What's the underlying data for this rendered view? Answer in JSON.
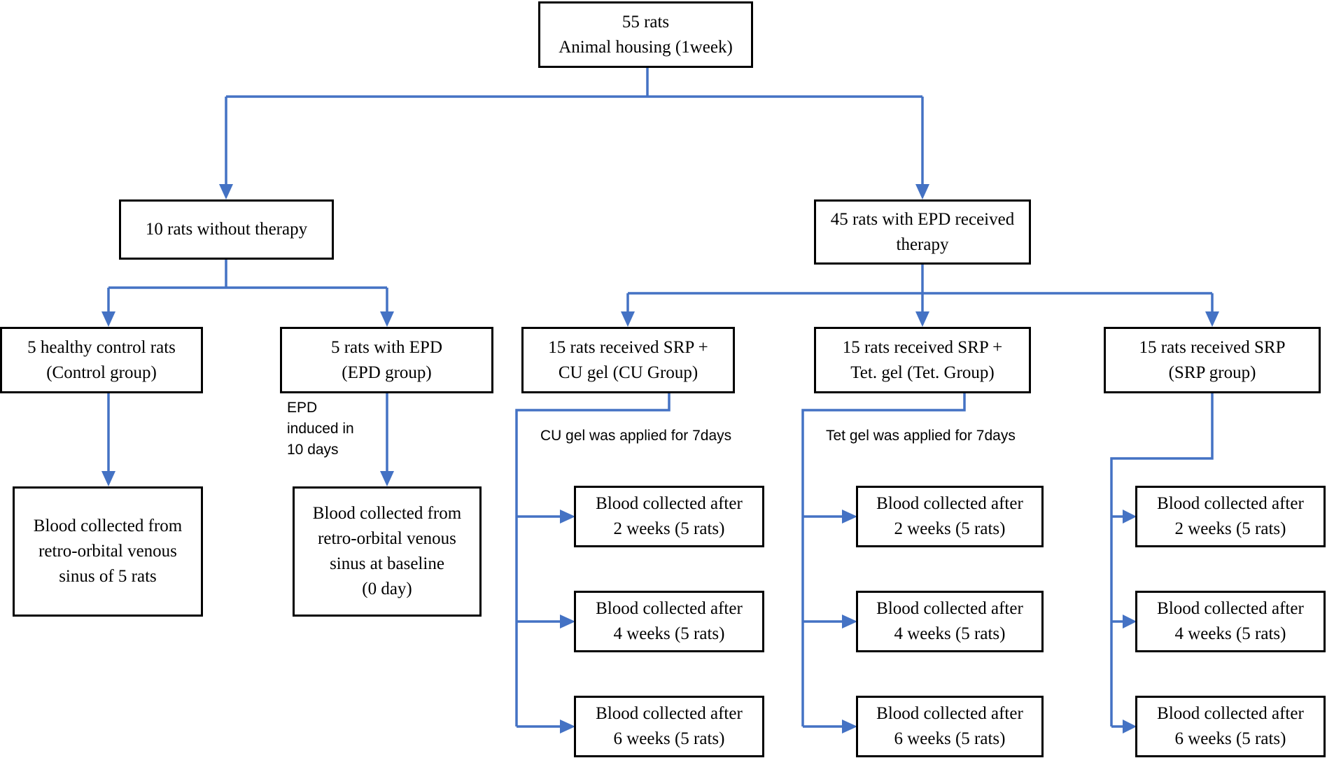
{
  "boxes": {
    "root": [
      "55 rats",
      "Animal housing (1week)"
    ],
    "no_therapy": [
      "10 rats without therapy"
    ],
    "therapy": [
      "45 rats with EPD received",
      "therapy"
    ],
    "control": [
      "5  healthy control rats",
      "(Control group)"
    ],
    "epd": [
      "5 rats with EPD",
      "(EPD group)"
    ],
    "cu": [
      "15 rats received SRP +",
      "CU gel (CU Group)"
    ],
    "tet": [
      "15 rats received SRP +",
      "Tet. gel (Tet. Group)"
    ],
    "srp": [
      "15 rats received SRP",
      "(SRP group)"
    ],
    "control_blood": [
      "Blood collected from",
      "retro-orbital venous",
      "sinus of 5 rats"
    ],
    "epd_blood": [
      "Blood collected from",
      "retro-orbital venous",
      "sinus at baseline",
      "(0 day)"
    ],
    "cu_w2": [
      "Blood collected after",
      "2 weeks (5 rats)"
    ],
    "cu_w4": [
      "Blood collected after",
      "4 weeks (5 rats)"
    ],
    "cu_w6": [
      "Blood collected after",
      "6 weeks (5 rats)"
    ],
    "tet_w2": [
      "Blood collected after",
      "2 weeks (5 rats)"
    ],
    "tet_w4": [
      "Blood collected after",
      "4 weeks (5 rats)"
    ],
    "tet_w6": [
      "Blood collected after",
      "6 weeks (5 rats)"
    ],
    "srp_w2": [
      "Blood collected after",
      "2 weeks (5 rats)"
    ],
    "srp_w4": [
      "Blood collected after",
      "4 weeks (5 rats)"
    ],
    "srp_w6": [
      "Blood collected after",
      "6 weeks (5 rats)"
    ]
  },
  "notes": {
    "epd_induced": [
      "EPD",
      "induced in",
      "10 days"
    ],
    "cu_applied": "CU gel was applied for 7days",
    "tet_applied": "Tet gel was applied for 7days"
  },
  "colors": {
    "connector": "#4472C4",
    "box_border": "#000000"
  }
}
